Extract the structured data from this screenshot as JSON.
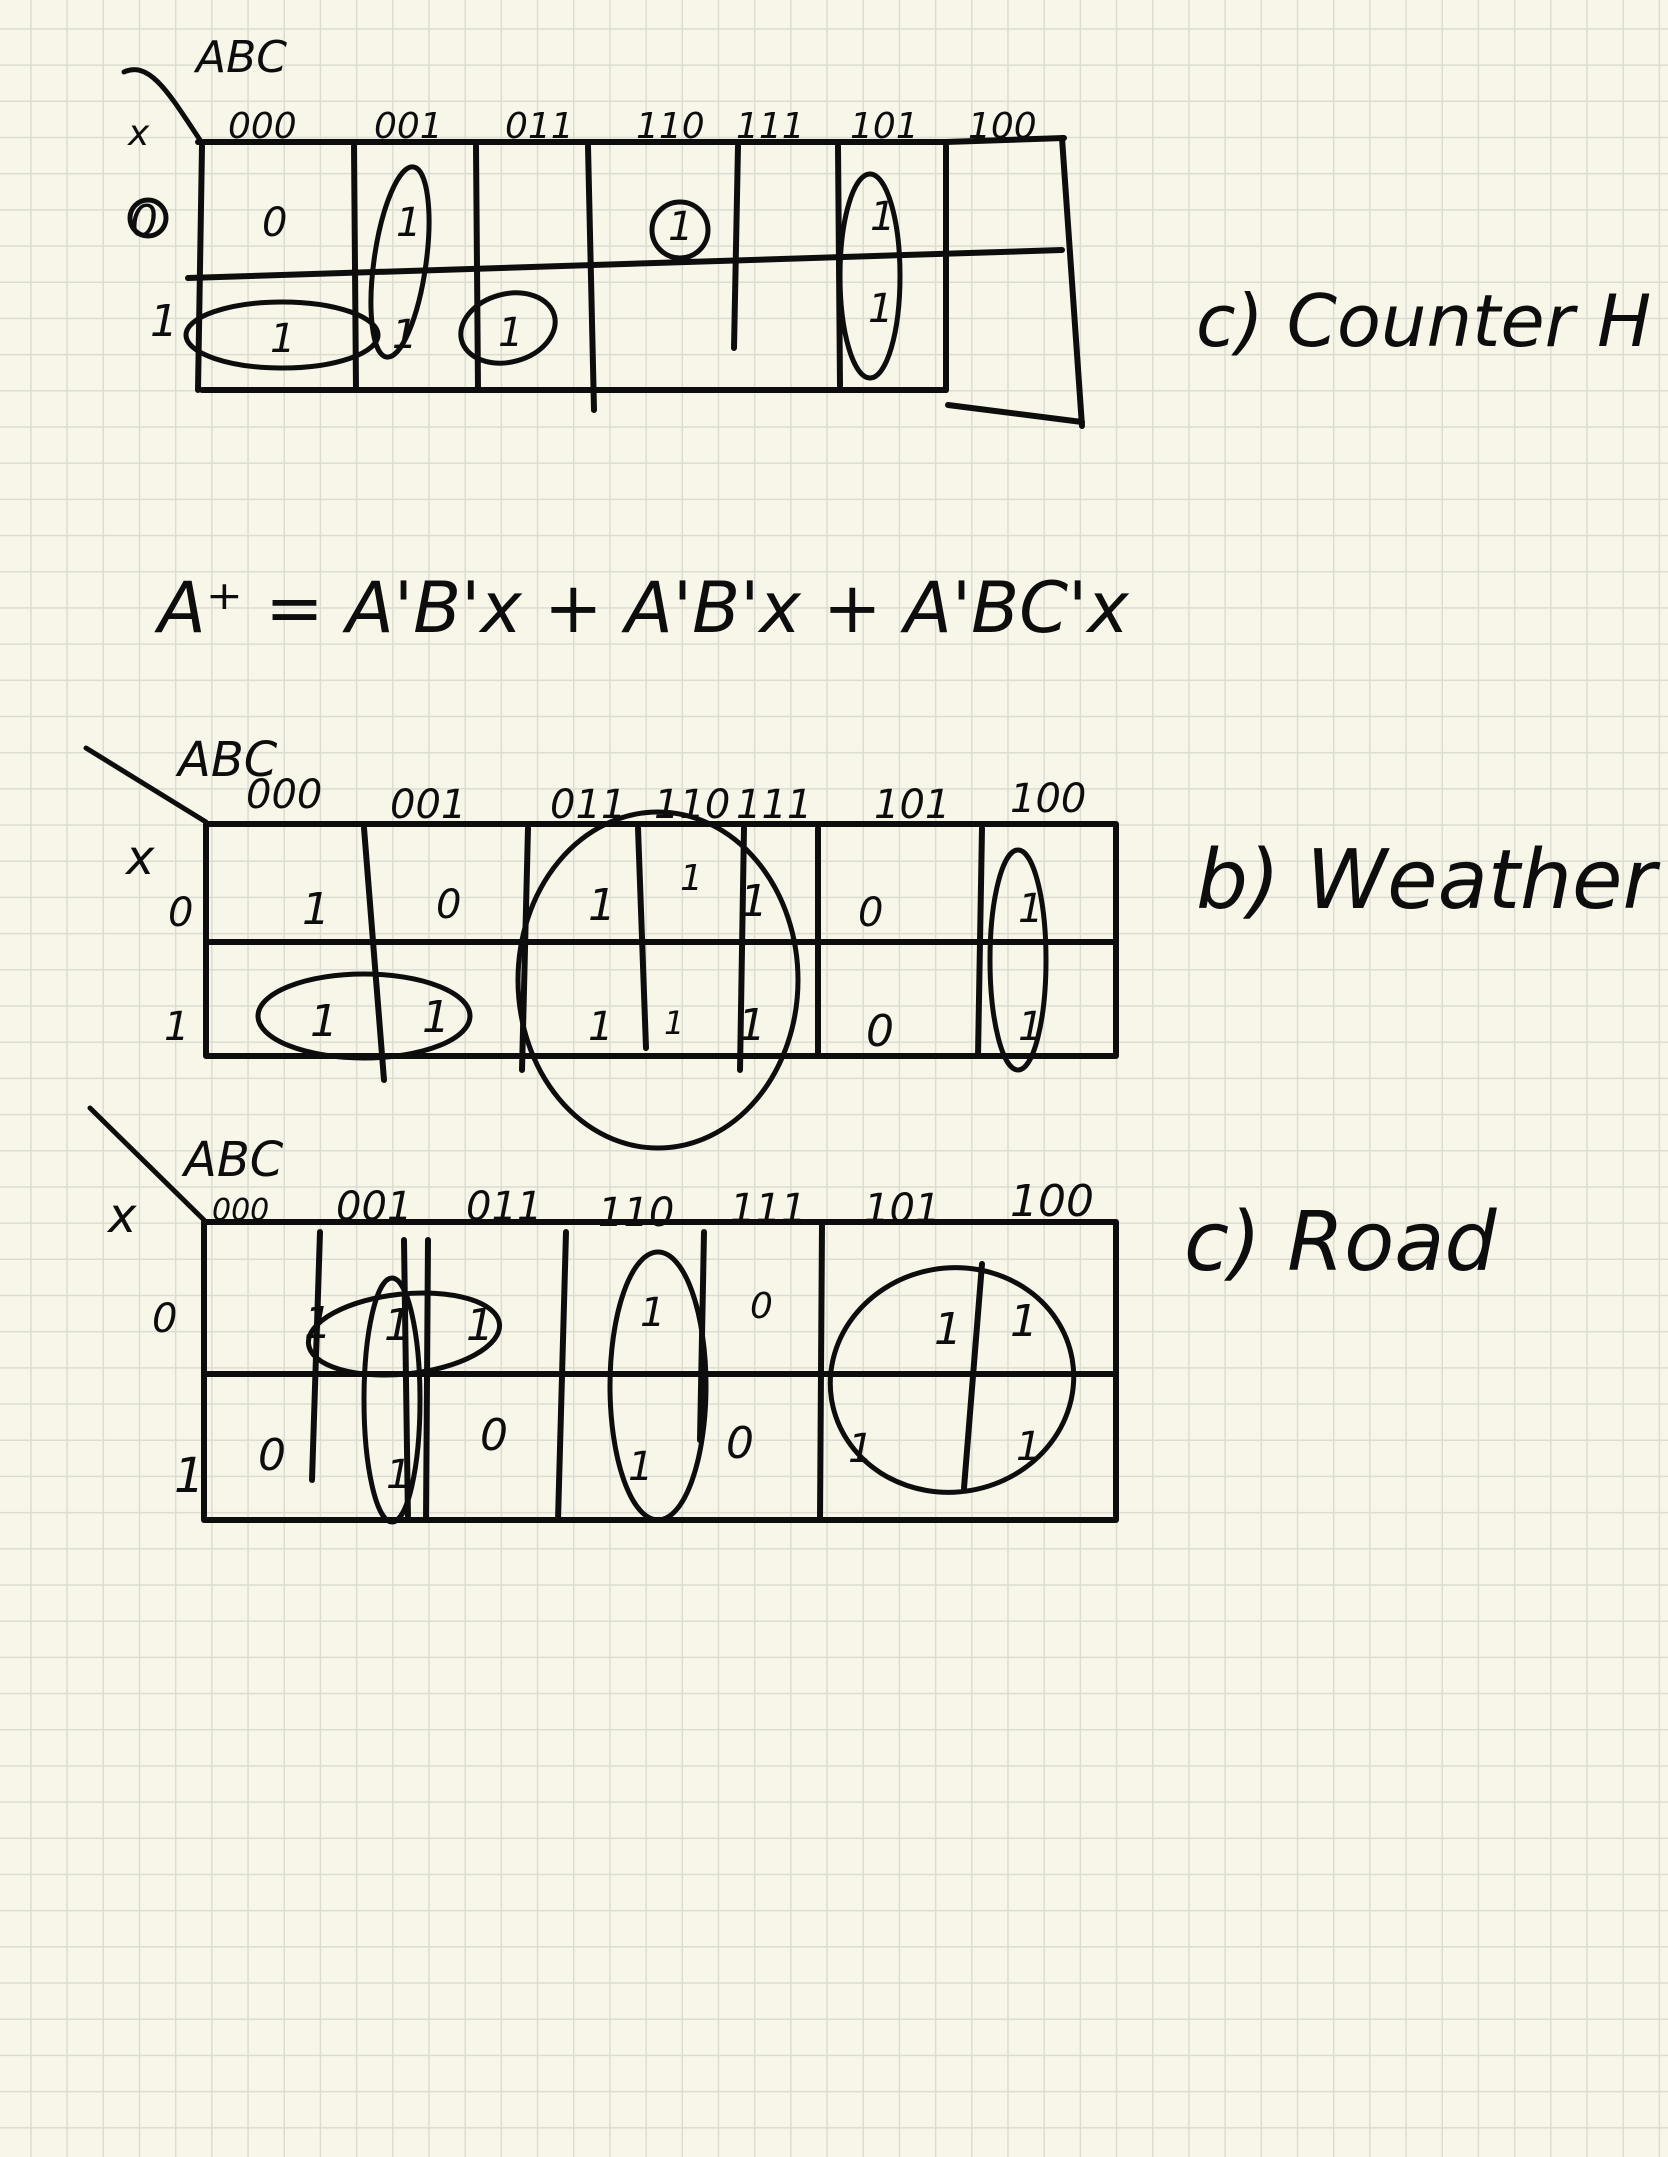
{
  "maps": [
    {
      "id": "counter",
      "var_header": "ABC",
      "row_var": "x",
      "columns": [
        "000",
        "001",
        "011",
        "110",
        "111",
        "101",
        "100"
      ],
      "rows": [
        "0",
        "1"
      ],
      "cells": [
        [
          "0",
          "1",
          "",
          "1",
          "",
          "1",
          ""
        ],
        [
          "1",
          "1",
          "1",
          "",
          "",
          "1",
          ""
        ]
      ],
      "title": "c) Counter H"
    },
    {
      "id": "weather",
      "var_header": "ABC",
      "row_var": "x",
      "columns": [
        "000",
        "001",
        "011",
        "110",
        "111",
        "101",
        "100"
      ],
      "rows": [
        "0",
        "1"
      ],
      "cells": [
        [
          "1",
          "0",
          "1",
          "1",
          "1",
          "0",
          "1"
        ],
        [
          "1",
          "1",
          "1",
          "1",
          "1",
          "0",
          "1"
        ]
      ],
      "title": "b) Weather"
    },
    {
      "id": "road",
      "var_header": "ABC",
      "row_var": "x",
      "columns": [
        "000",
        "001",
        "011",
        "110",
        "111",
        "101",
        "100"
      ],
      "rows": [
        "0",
        "1"
      ],
      "cells": [
        [
          "1",
          "1",
          "1",
          "1",
          "0",
          "1",
          "1"
        ],
        [
          "0",
          "1",
          "0",
          "1",
          "0",
          "1",
          "1"
        ]
      ],
      "title": "c) Road"
    }
  ],
  "equation": "A⁺ = A'B'x + A'B'x + A'BC'x"
}
